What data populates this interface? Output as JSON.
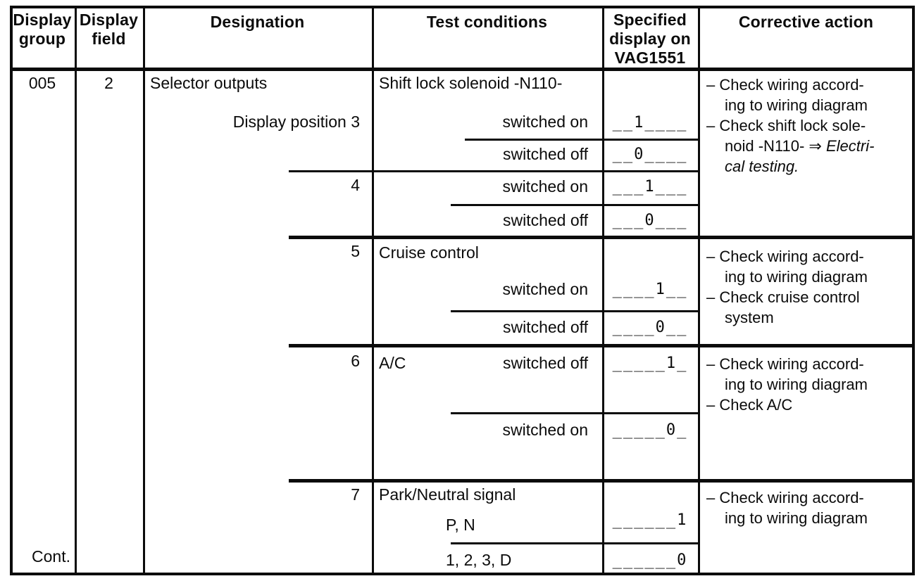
{
  "headers": {
    "display_group": "Display\ngroup",
    "display_field": "Display\nfield",
    "designation": "Designation",
    "test_conditions": "Test conditions",
    "specified_display": "Specified\ndisplay on\nVAG1551",
    "corrective_action": "Corrective action"
  },
  "row": {
    "display_group": "005",
    "display_field": "2",
    "designation": "Selector outputs",
    "designation_sub": "Display position 3",
    "position_4": "4",
    "position_5": "5",
    "position_6": "6",
    "position_7": "7",
    "cont": "Cont."
  },
  "test_conditions": {
    "shift_lock": "Shift lock solenoid -N110-",
    "cruise_control": "Cruise control",
    "ac": "A/C",
    "park_neutral": "Park/Neutral signal",
    "switched_on": "switched on",
    "switched_off": "switched off",
    "pn": "P, N",
    "d123": "1, 2, 3, D"
  },
  "specified_display": {
    "pos3_on": "__1____",
    "pos3_off": "__0____",
    "pos4_on": "___1___",
    "pos4_off": "___0___",
    "pos5_on": "____1__",
    "pos5_off": "____0__",
    "pos6_off": "_____1_",
    "pos6_on": "_____0_",
    "pos7_pn": "______1",
    "pos7_d123": "______0"
  },
  "corrective": {
    "s1_l1": "– Check wiring accord-",
    "s1_l2": "ing to wiring diagram",
    "s1_l3": "– Check shift lock sole-",
    "s1_l4a": "noid -N110- ⇒ ",
    "s1_l4b": "Electri-",
    "s1_l5": "cal testing.",
    "s2_l1": "– Check wiring accord-",
    "s2_l2": "ing to wiring diagram",
    "s2_l3": "– Check cruise control",
    "s2_l4": "system",
    "s3_l1": "– Check wiring accord-",
    "s3_l2": "ing to wiring diagram",
    "s3_l3": "– Check A/C",
    "s4_l1": "– Check wiring accord-",
    "s4_l2": "ing to wiring diagram"
  }
}
